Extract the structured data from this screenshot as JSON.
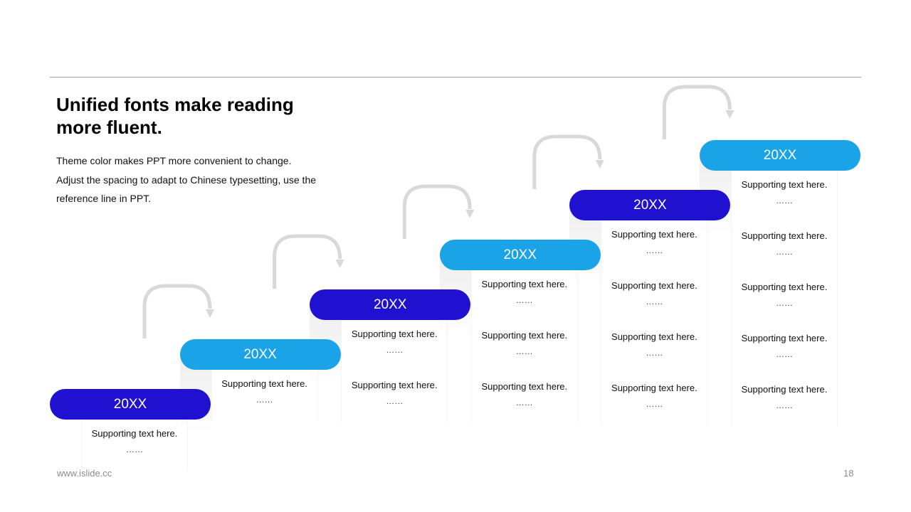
{
  "title": "Unified fonts make reading more fluent.",
  "description": [
    "Theme color makes PPT more convenient to change.",
    "Adjust the spacing to adapt to Chinese typesetting, use the",
    "reference line in PPT."
  ],
  "footer": {
    "url": "www.islide.cc",
    "page": "18"
  },
  "colors": {
    "dark": "#2010d0",
    "light": "#1ba3e8",
    "arrow": "#d9d9d9"
  },
  "steps": [
    {
      "label": "20XX",
      "items": [
        {
          "text": "Supporting text here.",
          "more": "……"
        }
      ]
    },
    {
      "label": "20XX",
      "items": [
        {
          "text": "Supporting text here.",
          "more": "……"
        }
      ]
    },
    {
      "label": "20XX",
      "items": [
        {
          "text": "Supporting text here.",
          "more": "……"
        },
        {
          "text": "Supporting text here.",
          "more": "……"
        }
      ]
    },
    {
      "label": "20XX",
      "items": [
        {
          "text": "Supporting text here.",
          "more": "……"
        },
        {
          "text": "Supporting text here.",
          "more": "……"
        },
        {
          "text": "Supporting text here.",
          "more": "……"
        }
      ]
    },
    {
      "label": "20XX",
      "items": [
        {
          "text": "Supporting text here.",
          "more": "……"
        },
        {
          "text": "Supporting text here.",
          "more": "……"
        },
        {
          "text": "Supporting text here.",
          "more": "……"
        },
        {
          "text": "Supporting text here.",
          "more": "……"
        }
      ]
    },
    {
      "label": "20XX",
      "items": [
        {
          "text": "Supporting text here.",
          "more": "……"
        },
        {
          "text": "Supporting text here.",
          "more": "……"
        },
        {
          "text": "Supporting text here.",
          "more": "……"
        },
        {
          "text": "Supporting text here.",
          "more": "……"
        },
        {
          "text": "Supporting text here.",
          "more": "……"
        }
      ]
    }
  ]
}
